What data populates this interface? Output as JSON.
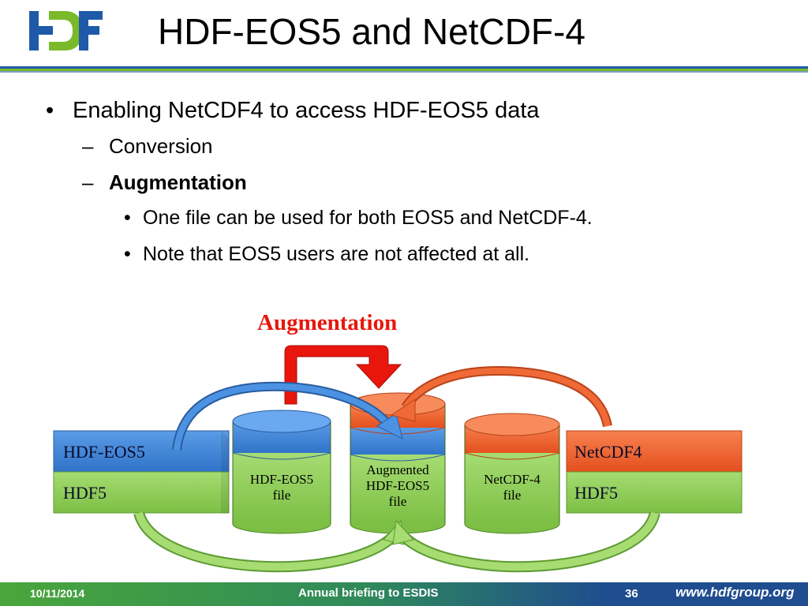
{
  "header": {
    "logo_text": "HDF",
    "title": "HDF-EOS5 and NetCDF-4"
  },
  "bullets": {
    "level1": {
      "marker": "•",
      "text": "Enabling NetCDF4 to access HDF-EOS5 data"
    },
    "level2": [
      {
        "marker": "–",
        "text": "Conversion"
      },
      {
        "marker": "–",
        "text": "Augmentation"
      }
    ],
    "level3": [
      {
        "marker": "•",
        "text": "One file can be used for both EOS5 and NetCDF-4."
      },
      {
        "marker": "•",
        "text": "Note that EOS5 users are not affected at all."
      }
    ]
  },
  "diagram": {
    "augmentation_label": "Augmentation",
    "left_stack": {
      "top": "HDF-EOS5",
      "bottom": "HDF5"
    },
    "right_stack": {
      "top": "NetCDF4",
      "bottom": "HDF5"
    },
    "cylinders": [
      {
        "line1": "HDF-EOS5",
        "line2": "file"
      },
      {
        "line1": "Augmented",
        "line2": "HDF-EOS5",
        "line3": "file"
      },
      {
        "line1": "NetCDF-4",
        "line2": "file"
      }
    ]
  },
  "footer": {
    "date": "10/11/2014",
    "center": "Annual briefing to ESDIS",
    "page": "36",
    "url": "www.hdfgroup.org"
  },
  "colors": {
    "logo_blue": "#1e5aa8",
    "logo_green": "#7ab929",
    "blue_layer": "#3f86d9",
    "orange_layer": "#f2622e",
    "green_layer": "#8fce5a",
    "red_arrow": "#e8160c",
    "footer_green": "#4aa63b",
    "footer_blue": "#1f4d8f"
  }
}
